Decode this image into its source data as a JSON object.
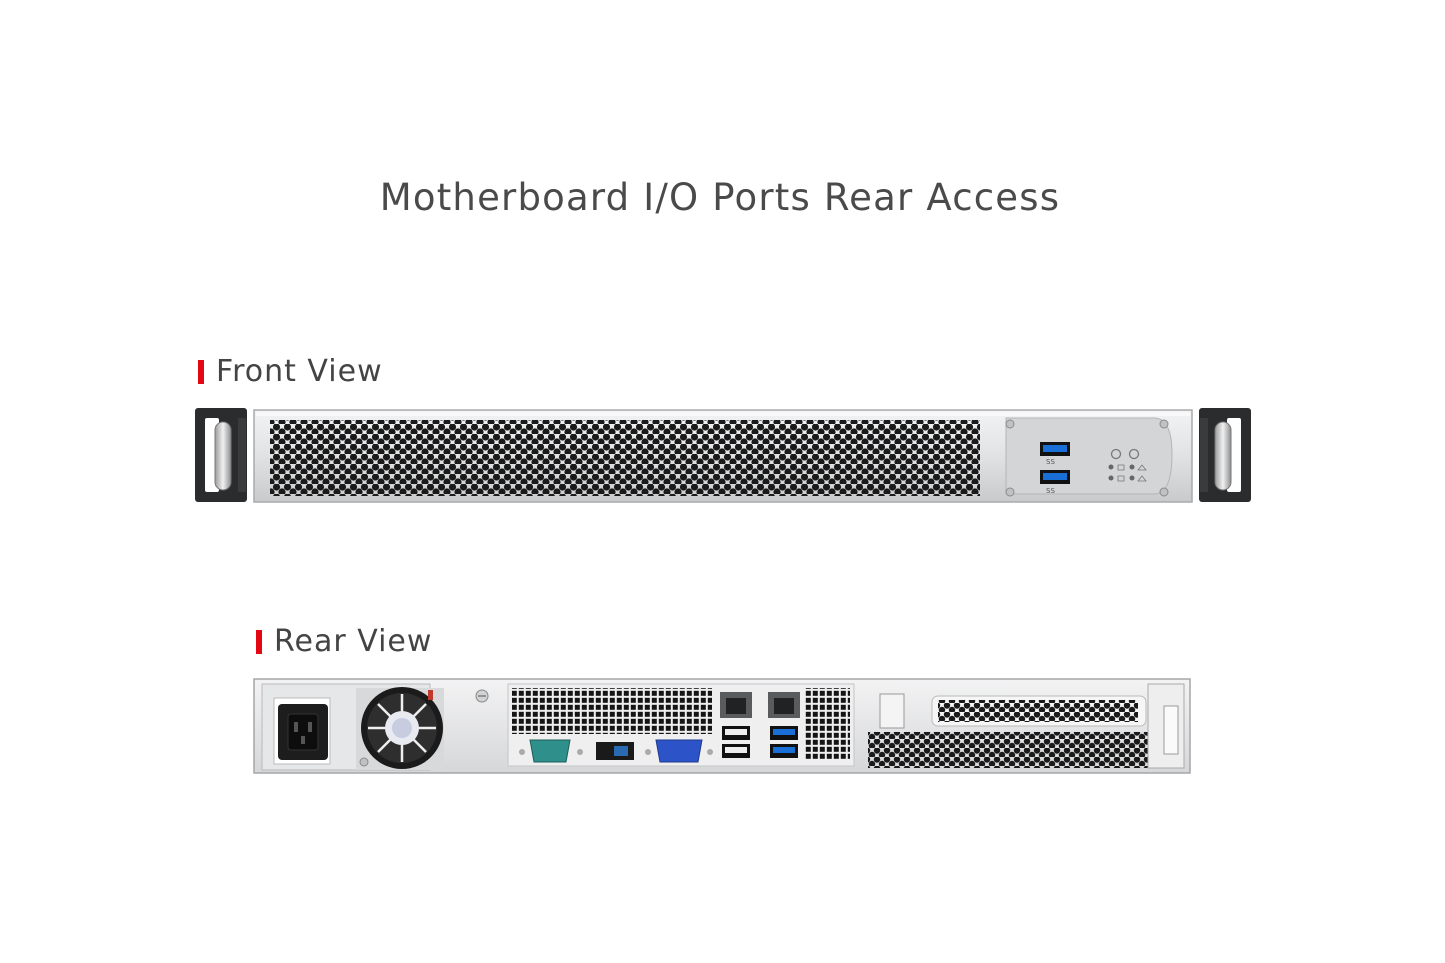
{
  "title": "Motherboard I/O Ports Rear Access",
  "sections": {
    "front": {
      "label": "Front View"
    },
    "rear": {
      "label": "Rear View"
    }
  },
  "front_panel": {
    "usb_ports": [
      {
        "label": "SS"
      },
      {
        "label": "SS"
      }
    ]
  },
  "colors": {
    "accent": "#e30613",
    "title_text": "#4a4a4a",
    "chassis": "#e4e5e7",
    "usb_blue": "#1a6fd6",
    "vga_blue": "#2c54c8",
    "serial_teal": "#2f8f8a"
  }
}
